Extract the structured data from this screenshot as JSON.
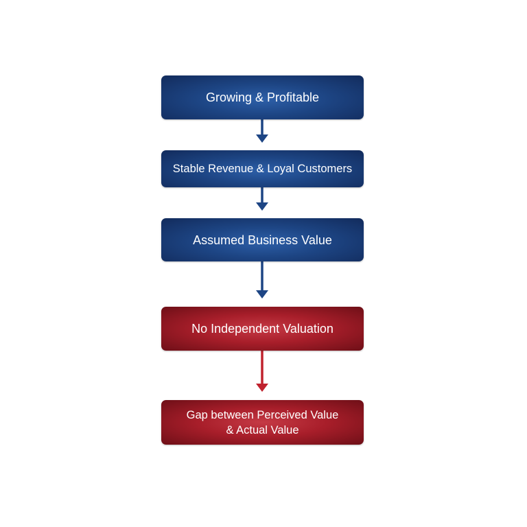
{
  "steps": [
    {
      "label": "Growing & Profitable",
      "color": "#1d4584"
    },
    {
      "label": "Stable Revenue & Loyal Customers",
      "color": "#1d4584"
    },
    {
      "label": "Assumed Business Value",
      "color": "#1d4584"
    },
    {
      "label": "No Independent Valuation",
      "color": "#a81e2a"
    },
    {
      "label": "Gap between Perceived Value\n& Actual Value",
      "color": "#a81e2a"
    }
  ],
  "arrow_colors": {
    "blue": "#1d4584",
    "red": "#c0222e"
  }
}
